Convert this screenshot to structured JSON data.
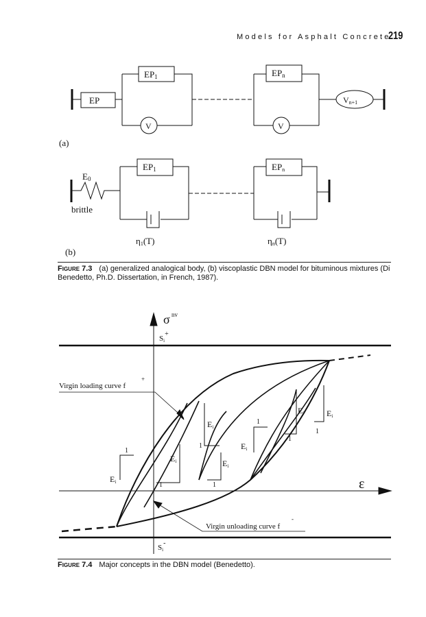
{
  "header": {
    "running_title": "Models for Asphalt Concrete",
    "page_number": "219"
  },
  "fig73": {
    "a": {
      "ep": "EP",
      "ep1": "EP",
      "ep1_sub": "1",
      "epn": "EP",
      "epn_sub": "n",
      "v1": "V",
      "vn": "V",
      "vn1": "V",
      "vn1_sub": "n+1",
      "label": "(a)"
    },
    "b": {
      "e0": "E",
      "e0_sub": "0",
      "brittle": "brittle",
      "ep1": "EP",
      "ep1_sub": "1",
      "epn": "EP",
      "epn_sub": "n",
      "eta1": "η",
      "eta1_sub": "1",
      "eta1_arg": "(T)",
      "etan": "η",
      "etan_sub": "n",
      "etan_arg": "(T)",
      "label": "(b)"
    },
    "caption_label": "Figure 7.3",
    "caption": "(a) generalized analogical body, (b) viscoplastic DBN model for bituminous mixtures (Di Benedetto, Ph.D. Dissertation, in French, 1987)."
  },
  "fig74": {
    "sigma": "σ",
    "sigma_sup": "nv",
    "si_plus": "S",
    "si_plus_sub": "i",
    "si_plus_sup": "+",
    "si_minus": "S",
    "si_minus_sub": "i",
    "si_minus_sup": "-",
    "epsilon": "ε",
    "virgin_loading": "Virgin loading curve f",
    "virgin_loading_sup": "+",
    "virgin_unloading": "Virgin unloading curve f",
    "virgin_unloading_sup": "-",
    "ei": "E",
    "ei_sub": "i",
    "one": "1",
    "caption_label": "Figure 7.4",
    "caption": "Major concepts in the DBN model (Benedetto)."
  }
}
